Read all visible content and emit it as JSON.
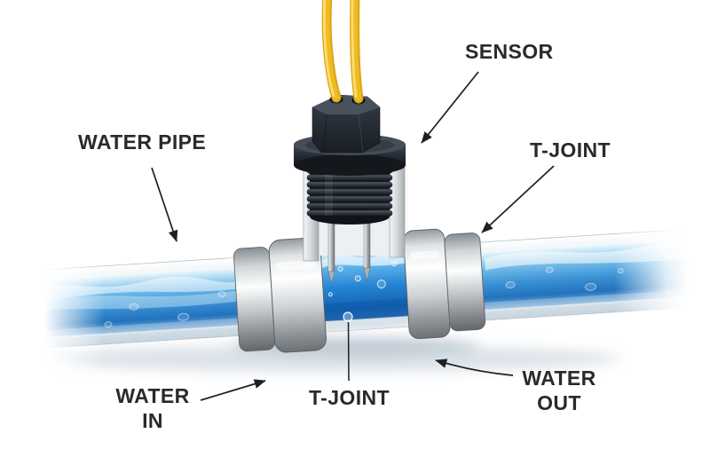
{
  "labels": {
    "water_pipe": "WATER PIPE",
    "sensor": "SENSOR",
    "t_joint_top": "T-JOINT",
    "water_in": "WATER\nIN",
    "t_joint_bottom": "T-JOINT",
    "water_out": "WATER\nOUT"
  },
  "colors": {
    "background": "#ffffff",
    "label_text": "#2a2a2a",
    "arrow": "#1f1f1f",
    "water_highlight": "#d8eefb",
    "water_mid": "#3f97d6",
    "water_deep": "#1766b4",
    "metal_light": "#f2f4f5",
    "metal_dark": "#6a6f73",
    "sensor_black": "#262c35",
    "wire_yellow": "#eebc1f"
  }
}
